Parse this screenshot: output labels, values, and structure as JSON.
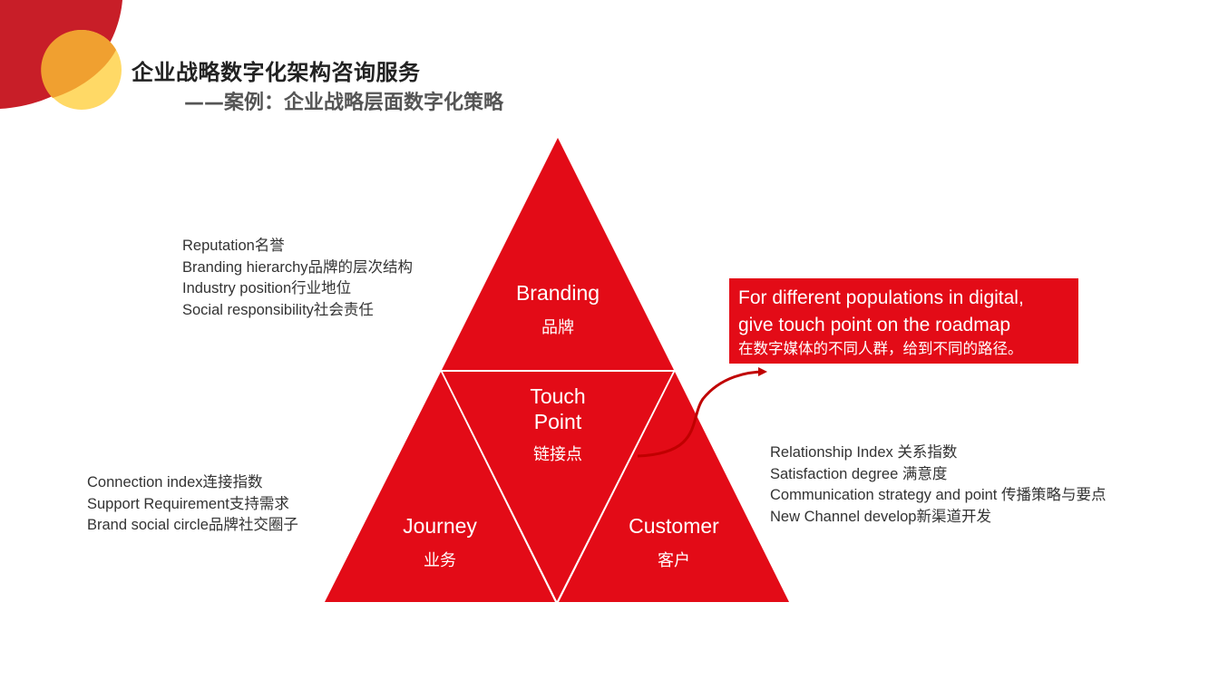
{
  "header": {
    "title": "企业战略数字化架构咨询服务",
    "subtitle": "——案例：企业战略层面数字化策略"
  },
  "colors": {
    "triangle_red": "#e30b17",
    "deco_red": "#c81e28",
    "deco_orange": "#f0a030",
    "deco_yellow": "#ffd966"
  },
  "pyramid": {
    "branding": {
      "en": "Branding",
      "zh": "品牌"
    },
    "touch_point": {
      "en": "Touch\nPoint",
      "zh": "链接点"
    },
    "journey": {
      "en": "Journey",
      "zh": "业务"
    },
    "customer": {
      "en": "Customer",
      "zh": "客户"
    }
  },
  "branding_notes": [
    "Reputation名誉",
    "Branding hierarchy品牌的层次结构",
    "Industry position行业地位",
    "Social responsibility社会责任"
  ],
  "journey_notes": [
    "Connection index连接指数",
    "Support Requirement支持需求",
    "Brand social circle品牌社交圈子"
  ],
  "customer_notes": [
    "Relationship Index 关系指数",
    "Satisfaction degree 满意度",
    "Communication strategy and point 传播策略与要点",
    "New Channel develop新渠道开发"
  ],
  "callout": {
    "line1": "For different populations in digital,",
    "line2": "give touch point on the roadmap",
    "line3": "在数字媒体的不同人群，给到不同的路径。"
  }
}
